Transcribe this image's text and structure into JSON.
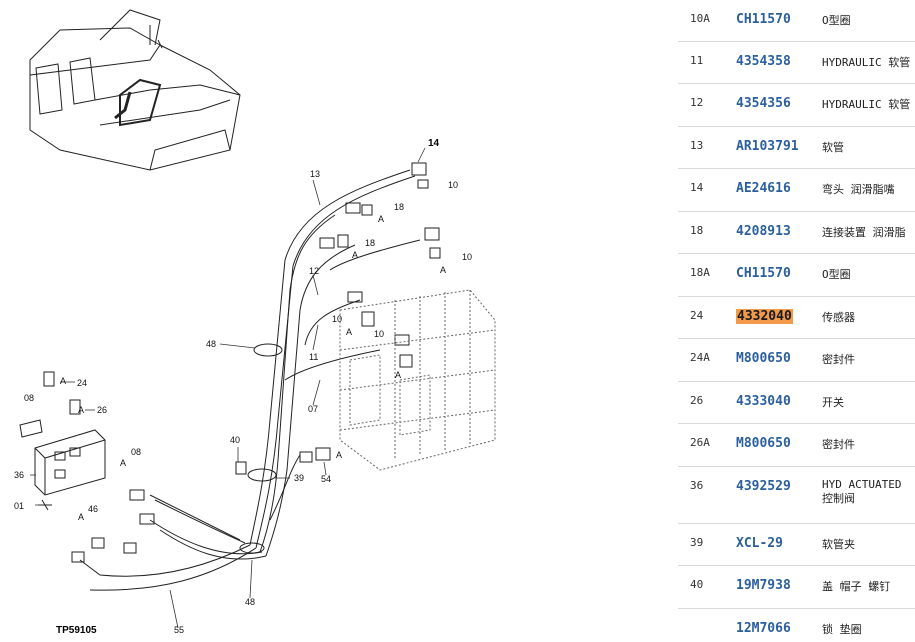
{
  "diagram": {
    "figure_id": "TP59105",
    "callouts": [
      "14",
      "13",
      "10",
      "18",
      "18",
      "10",
      "12",
      "10",
      "48",
      "11",
      "10",
      "07",
      "24",
      "26",
      "08",
      "08",
      "36",
      "01",
      "46",
      "40",
      "39",
      "54",
      "48",
      "55"
    ],
    "small_labels": [
      "A",
      "A",
      "A",
      "A",
      "A",
      "A",
      "A",
      "A",
      "A",
      "A"
    ]
  },
  "parts": [
    {
      "ref": "10A",
      "part_no": "CH11570",
      "desc": "O型圈"
    },
    {
      "ref": "11",
      "part_no": "4354358",
      "desc": "HYDRAULIC 软管"
    },
    {
      "ref": "12",
      "part_no": "4354356",
      "desc": "HYDRAULIC 软管"
    },
    {
      "ref": "13",
      "part_no": "AR103791",
      "desc": "软管"
    },
    {
      "ref": "14",
      "part_no": "AE24616",
      "desc": "弯头 润滑脂嘴"
    },
    {
      "ref": "18",
      "part_no": "4208913",
      "desc": "连接装置 润滑脂"
    },
    {
      "ref": "18A",
      "part_no": "CH11570",
      "desc": "O型圈"
    },
    {
      "ref": "24",
      "part_no": "4332040",
      "desc": "传感器",
      "highlight": true
    },
    {
      "ref": "24A",
      "part_no": "M800650",
      "desc": "密封件"
    },
    {
      "ref": "26",
      "part_no": "4333040",
      "desc": "开关"
    },
    {
      "ref": "26A",
      "part_no": "M800650",
      "desc": "密封件"
    },
    {
      "ref": "36",
      "part_no": "4392529",
      "desc": "HYD ACTUATED 控制阀"
    },
    {
      "ref": "39",
      "part_no": "XCL-29",
      "desc": "软管夹"
    },
    {
      "ref": "40",
      "part_no": "19M7938",
      "desc": "盖 帽子 螺钉"
    },
    {
      "ref": "",
      "part_no": "12M7066",
      "desc": "锁 垫圈"
    }
  ]
}
